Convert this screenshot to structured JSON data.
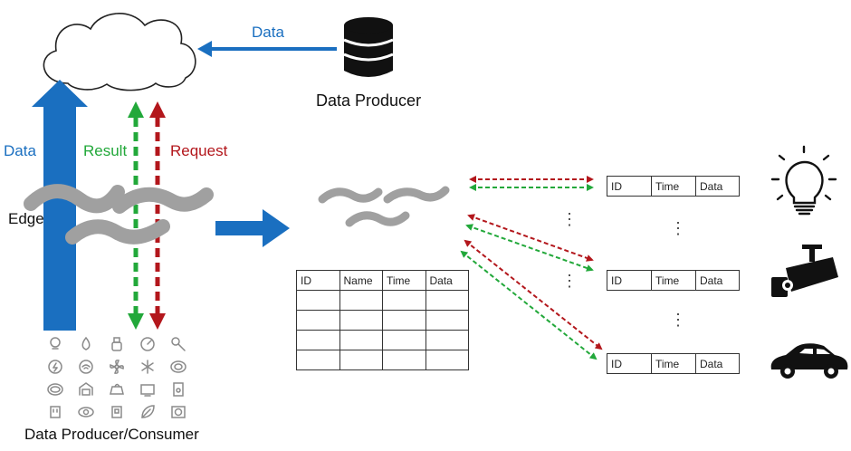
{
  "labels": {
    "data_top": "Data",
    "data_producer": "Data Producer",
    "data_left": "Data",
    "result": "Result",
    "request": "Request",
    "edge": "Edge",
    "producer_consumer": "Data Producer/Consumer"
  },
  "table_large": {
    "headers": [
      "ID",
      "Name",
      "Time",
      "Data"
    ],
    "empty_rows": 4
  },
  "table_small": {
    "headers": [
      "ID",
      "Time",
      "Data"
    ]
  },
  "vertical_ellipsis": "⋮",
  "device_icons": [
    "light-bulb-icon",
    "camera-icon",
    "car-icon"
  ],
  "grid_icons": [
    "bulb-icon",
    "droplet-icon",
    "bottle-icon",
    "gauge-icon",
    "key-icon",
    "power-icon",
    "wifi-icon",
    "fan-icon",
    "snowflake-icon",
    "tire-icon",
    "ring-icon",
    "garage-icon",
    "kettle-icon",
    "monitor-icon",
    "lock-icon",
    "plug-icon",
    "eye-icon",
    "cube-icon",
    "leaf-icon",
    "camera-box-icon"
  ],
  "colors": {
    "blue": "#1a6fc0",
    "green": "#22a83a",
    "red": "#b3171c",
    "gray_wave": "#9e9e9e"
  }
}
